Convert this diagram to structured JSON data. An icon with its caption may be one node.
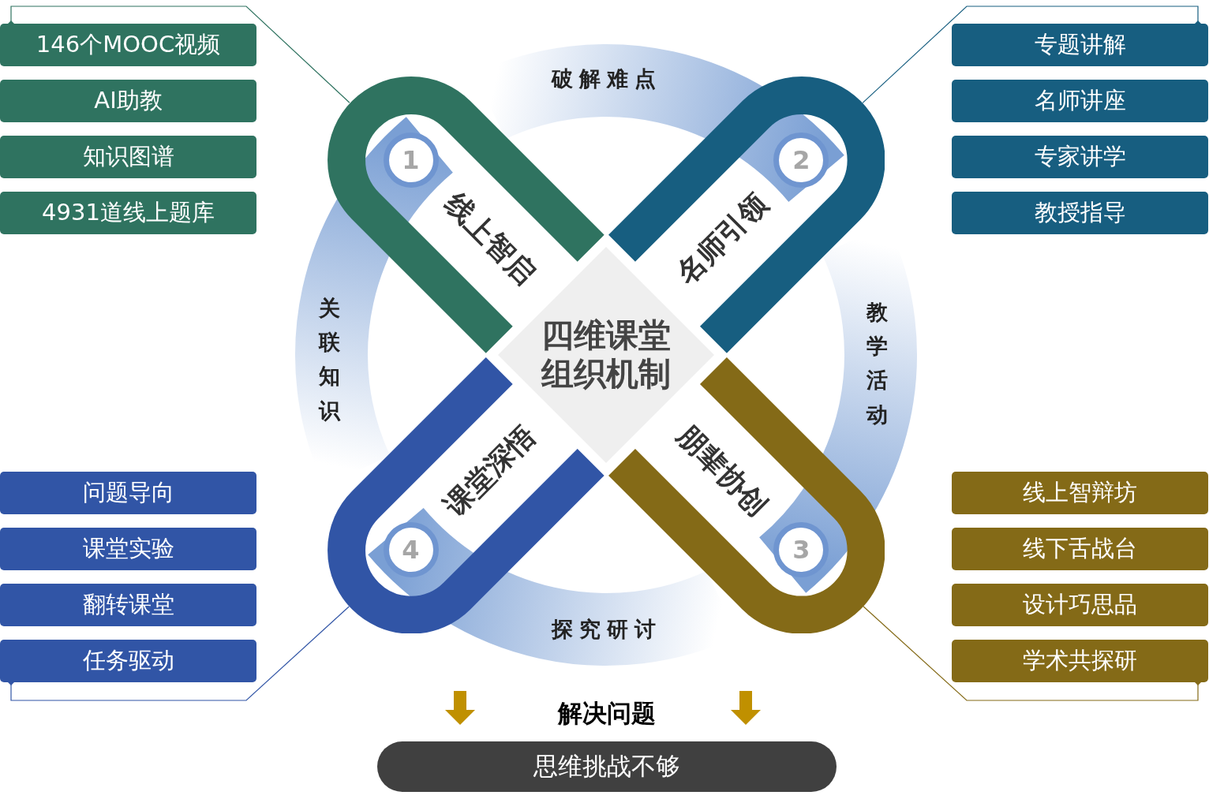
{
  "diagram": {
    "nodes": [
      {
        "text": [
          "四维课堂组织机制"
        ]
      },
      {
        "text": [
          "1",
          "线上智启"
        ]
      },
      {
        "text": [
          "2",
          "名师引领"
        ]
      },
      {
        "text": [
          "3",
          "朋辈协创"
        ]
      },
      {
        "text": [
          "4",
          "课堂深悟"
        ]
      },
      {
        "text": [
          "146个MOOC视频"
        ]
      },
      {
        "text": [
          "AI助教"
        ]
      },
      {
        "text": [
          "知识图谱"
        ]
      },
      {
        "text": [
          "4931道线上题库"
        ]
      },
      {
        "text": [
          "专题讲解"
        ]
      },
      {
        "text": [
          "名师讲座"
        ]
      },
      {
        "text": [
          "专家讲学"
        ]
      },
      {
        "text": [
          "教授指导"
        ]
      },
      {
        "text": [
          "线上智辩坊"
        ]
      },
      {
        "text": [
          "线下舌战台"
        ]
      },
      {
        "text": [
          "设计巧思品"
        ]
      },
      {
        "text": [
          "学术共探研"
        ]
      },
      {
        "text": [
          "问题导向"
        ]
      },
      {
        "text": [
          "课堂实验"
        ]
      },
      {
        "text": [
          "翻转课堂"
        ]
      },
      {
        "text": [
          "任务驱动"
        ]
      },
      {
        "text": [
          "思维挑战不够"
        ],
        "beside": [
          "解决问题"
        ]
      }
    ],
    "edges": [
      {
        "from": 1,
        "to": 5,
        "arrow": "other",
        "color": "#2f7360"
      },
      {
        "from": 2,
        "to": 9,
        "arrow": "other",
        "color": "#175e80"
      },
      {
        "from": 3,
        "to": 16,
        "arrow": "other",
        "color": "#846a17"
      },
      {
        "from": 4,
        "to": 20,
        "arrow": "other",
        "color": "#3155a6"
      }
    ],
    "labels": [
      "破解难点",
      "关联知识",
      "教学活动",
      "探究研讨"
    ]
  }
}
